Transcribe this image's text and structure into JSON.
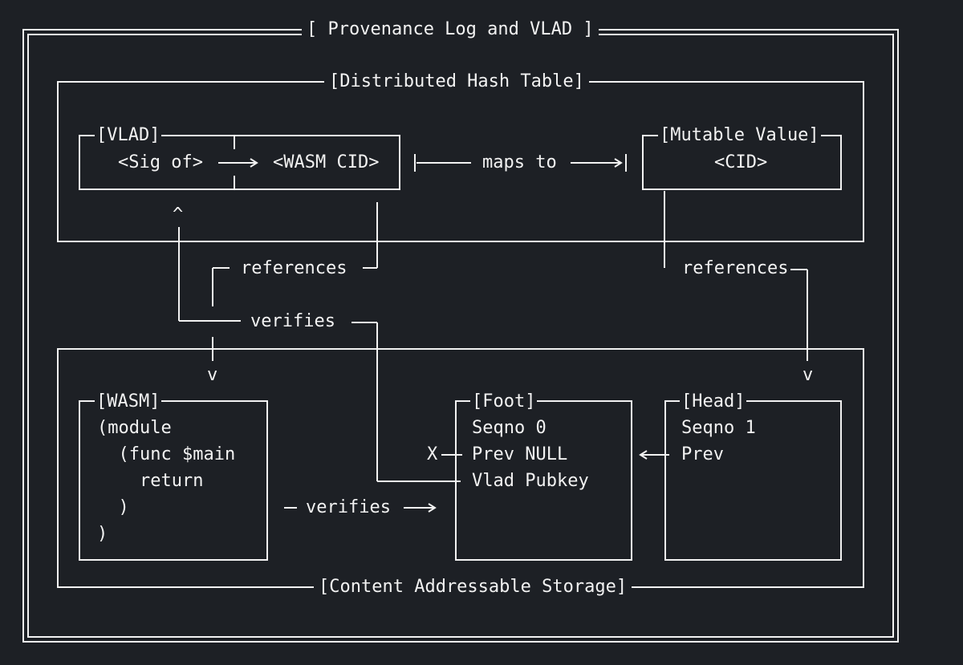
{
  "colors": {
    "background": "#1d2025",
    "foreground": "#f2f2f2"
  },
  "title": "[ Provenance Log and VLAD ]",
  "dht": {
    "label": "[Distributed Hash Table]",
    "vlad_box": {
      "label": "[VLAD]",
      "left": "<Sig of>",
      "right": "<WASM CID>"
    },
    "maps_to": "maps to",
    "mutable_box": {
      "label": "[Mutable Value]",
      "value": "<CID>"
    }
  },
  "links": {
    "references_left": "references",
    "references_right": "references",
    "verifies_upper": "verifies",
    "verifies_lower": "verifies",
    "caret": "^",
    "arrow_down_left": "v",
    "arrow_down_right": "v"
  },
  "cas": {
    "label": "[Content Addressable Storage]",
    "wasm_box": {
      "label": "[WASM]",
      "lines": [
        "(module",
        "  (func $main",
        "    return",
        "  )",
        ")"
      ]
    },
    "foot_box": {
      "label": "[Foot]",
      "lines": [
        "Seqno 0",
        "Prev NULL",
        "Vlad Pubkey"
      ],
      "null_marker": "X"
    },
    "head_box": {
      "label": "[Head]",
      "lines": [
        "Seqno 1",
        "Prev"
      ]
    }
  }
}
